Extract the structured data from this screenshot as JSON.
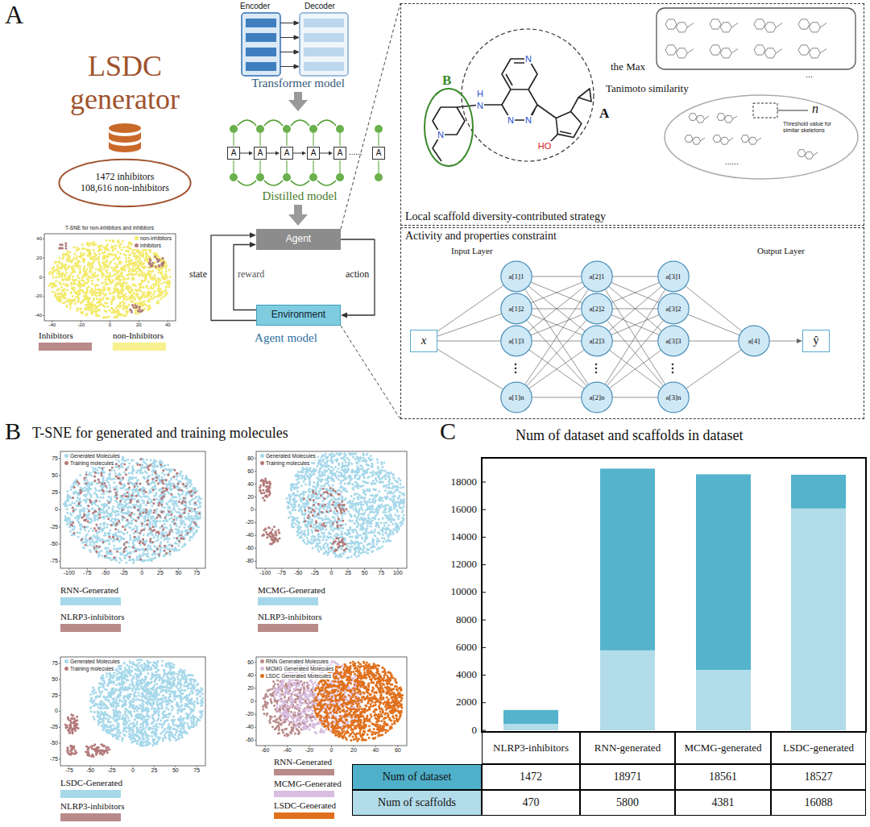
{
  "diagram": {
    "nodes": [
      {
        "text": [
          "1472 inhibitors",
          "108,616 non-inhibitors"
        ]
      },
      {
        "text": [
          "Transformer model"
        ]
      },
      {
        "text": [
          "Distilled model"
        ]
      },
      {
        "text": [
          "Agent model"
        ]
      },
      {
        "text": [
          "Agent"
        ],
        "in": 3
      },
      {
        "text": [
          "Environment"
        ],
        "in": 3
      },
      {
        "text": [
          "Local scaffold diversity-contributed strategy"
        ]
      },
      {
        "text": [
          "Activity and properties constraint"
        ]
      },
      {
        "text": [
          "x"
        ],
        "in": 7
      },
      {
        "text": [
          "a[1]1"
        ],
        "in": 7
      },
      {
        "text": [
          "a[1]2"
        ],
        "in": 7
      },
      {
        "text": [
          "a[1]3"
        ],
        "in": 7
      },
      {
        "text": [
          "a[1]n"
        ],
        "in": 7
      },
      {
        "text": [
          "a[2]1"
        ],
        "in": 7
      },
      {
        "text": [
          "a[2]2"
        ],
        "in": 7
      },
      {
        "text": [
          "a[2]3"
        ],
        "in": 7
      },
      {
        "text": [
          "a[2]n"
        ],
        "in": 7
      },
      {
        "text": [
          "a[3]1"
        ],
        "in": 7
      },
      {
        "text": [
          "a[3]2"
        ],
        "in": 7
      },
      {
        "text": [
          "a[3]3"
        ],
        "in": 7
      },
      {
        "text": [
          "a[3]n"
        ],
        "in": 7
      },
      {
        "text": [
          "a[4]"
        ],
        "in": 7
      },
      {
        "text": [
          "ŷ"
        ],
        "in": 7
      }
    ],
    "edges": [
      {
        "from": 1,
        "to": 2,
        "arrow": "to"
      },
      {
        "from": 2,
        "to": 3,
        "arrow": "to"
      },
      {
        "from": 4,
        "to": 5,
        "label": "action",
        "arrow": "to"
      },
      {
        "from": 5,
        "to": 4,
        "label": "state",
        "arrow": "to"
      },
      {
        "from": 5,
        "to": 4,
        "label": "reward",
        "arrow": "to"
      },
      {
        "from": 8,
        "to": 9,
        "arrow": "none"
      },
      {
        "from": 8,
        "to": 10,
        "arrow": "none"
      },
      {
        "from": 8,
        "to": 11,
        "arrow": "none"
      },
      {
        "from": 8,
        "to": 12,
        "arrow": "none"
      },
      {
        "from": 9,
        "to": 13,
        "arrow": "none"
      },
      {
        "from": 9,
        "to": 14,
        "arrow": "none"
      },
      {
        "from": 9,
        "to": 15,
        "arrow": "none"
      },
      {
        "from": 9,
        "to": 16,
        "arrow": "none"
      },
      {
        "from": 10,
        "to": 13,
        "arrow": "none"
      },
      {
        "from": 10,
        "to": 14,
        "arrow": "none"
      },
      {
        "from": 10,
        "to": 15,
        "arrow": "none"
      },
      {
        "from": 10,
        "to": 16,
        "arrow": "none"
      },
      {
        "from": 11,
        "to": 13,
        "arrow": "none"
      },
      {
        "from": 11,
        "to": 14,
        "arrow": "none"
      },
      {
        "from": 11,
        "to": 15,
        "arrow": "none"
      },
      {
        "from": 11,
        "to": 16,
        "arrow": "none"
      },
      {
        "from": 12,
        "to": 13,
        "arrow": "none"
      },
      {
        "from": 12,
        "to": 14,
        "arrow": "none"
      },
      {
        "from": 12,
        "to": 15,
        "arrow": "none"
      },
      {
        "from": 12,
        "to": 16,
        "arrow": "none"
      },
      {
        "from": 13,
        "to": 17,
        "arrow": "none"
      },
      {
        "from": 13,
        "to": 18,
        "arrow": "none"
      },
      {
        "from": 13,
        "to": 19,
        "arrow": "none"
      },
      {
        "from": 13,
        "to": 20,
        "arrow": "none"
      },
      {
        "from": 14,
        "to": 17,
        "arrow": "none"
      },
      {
        "from": 14,
        "to": 18,
        "arrow": "none"
      },
      {
        "from": 14,
        "to": 19,
        "arrow": "none"
      },
      {
        "from": 14,
        "to": 20,
        "arrow": "none"
      },
      {
        "from": 15,
        "to": 17,
        "arrow": "none"
      },
      {
        "from": 15,
        "to": 18,
        "arrow": "none"
      },
      {
        "from": 15,
        "to": 19,
        "arrow": "none"
      },
      {
        "from": 15,
        "to": 20,
        "arrow": "none"
      },
      {
        "from": 16,
        "to": 17,
        "arrow": "none"
      },
      {
        "from": 16,
        "to": 18,
        "arrow": "none"
      },
      {
        "from": 16,
        "to": 19,
        "arrow": "none"
      },
      {
        "from": 16,
        "to": 20,
        "arrow": "none"
      },
      {
        "from": 17,
        "to": 21,
        "arrow": "none"
      },
      {
        "from": 18,
        "to": 21,
        "arrow": "none"
      },
      {
        "from": 19,
        "to": 21,
        "arrow": "none"
      },
      {
        "from": 20,
        "to": 21,
        "arrow": "none"
      },
      {
        "from": 21,
        "to": 22,
        "arrow": "to"
      }
    ],
    "labels": [
      "A",
      "LSDC generator",
      "T-SNE for non-inhibitors and inhibitors",
      "-40",
      "-20",
      "0",
      "20",
      "40",
      "-40",
      "-20",
      "0",
      "20",
      "40",
      "Encoder",
      "Decoder",
      "A",
      "A",
      "A",
      "A",
      "A",
      "A",
      "......",
      "B",
      "A",
      "N",
      "H",
      "N",
      "N",
      "N",
      "N",
      "HO",
      "the Max",
      "Tanimoto similarity",
      "...",
      "n",
      "Threshold value for similar skeletons",
      "......",
      "Input Layer",
      "Output Layer",
      "B",
      "T-SNE for generated and training molecules",
      "-100",
      "-75",
      "-50",
      "-25",
      "0",
      "25",
      "50",
      "75",
      "-75",
      "-50",
      "-25",
      "0",
      "25",
      "50",
      "75",
      "-100",
      "-75",
      "-50",
      "-25",
      "0",
      "25",
      "50",
      "75",
      "100",
      "-80",
      "-60",
      "-40",
      "-20",
      "0",
      "20",
      "40",
      "60",
      "80",
      "-75",
      "-50",
      "-25",
      "0",
      "25",
      "50",
      "75",
      "-75",
      "-50",
      "-25",
      "0",
      "25",
      "50",
      "75",
      "-60",
      "-40",
      "-20",
      "0",
      "20",
      "40",
      "60",
      "-60",
      "-40",
      "-20",
      "0",
      "20",
      "40",
      "60",
      "C",
      "Num of dataset and scaffolds in dataset",
      "18000",
      "16000",
      "14000",
      "12000",
      "10000",
      "8000",
      "6000",
      "4000",
      "2000",
      "0",
      "NLRP3-inhibitors",
      "RNN-generated",
      "MCMG-generated",
      "LSDC-generated",
      "1472",
      "18971",
      "18561",
      "18527",
      "470",
      "5800",
      "4381",
      "16088"
    ],
    "legend": [
      {
        "text": "non-inhibitors",
        "color": "#f3ea6a"
      },
      {
        "text": "inhibitors",
        "color": "#b07a7a"
      },
      {
        "text": "Inhibitors",
        "color": "#b98a8a"
      },
      {
        "text": "non-Inhibitors",
        "color": "#f8f08c"
      },
      {
        "text": "Generated Molecules",
        "color": "#a6d8ea"
      },
      {
        "text": "Training molecules",
        "color": "#b47a7a"
      },
      {
        "text": "Generated Molecules",
        "color": "#a6d8ea"
      },
      {
        "text": "Training molecules",
        "color": "#b47a7a"
      },
      {
        "text": "RNN-Generated",
        "color": "#a6d8ea"
      },
      {
        "text": "NLRP3-inhibitors",
        "color": "#b98a8a"
      },
      {
        "text": "MCMG-Generated",
        "color": "#a6d8ea"
      },
      {
        "text": "NLRP3-inhibitors",
        "color": "#b98a8a"
      },
      {
        "text": "Generated Molecules",
        "color": "#a6d8ea"
      },
      {
        "text": "Training molecules",
        "color": "#b47a7a"
      },
      {
        "text": "RNN Generated Molecules",
        "color": "#b98a8a"
      },
      {
        "text": "MCMG Generated Molecules",
        "color": "#d8bde0"
      },
      {
        "text": "LSDC Generated Molecules",
        "color": "#e0701c"
      },
      {
        "text": "LSDC-Generated",
        "color": "#a6d8ea"
      },
      {
        "text": "NLRP3-inhibitors",
        "color": "#b98a8a"
      },
      {
        "text": "RNN-Generated",
        "color": "#b98a8a"
      },
      {
        "text": "MCMG-Generated",
        "color": "#d8bde0"
      },
      {
        "text": "LSDC-Generated",
        "color": "#e0701c"
      },
      {
        "text": "Num of dataset",
        "color": "#4fb0c9"
      },
      {
        "text": "Num of scaffolds",
        "color": "#b3dcea"
      }
    ]
  }
}
